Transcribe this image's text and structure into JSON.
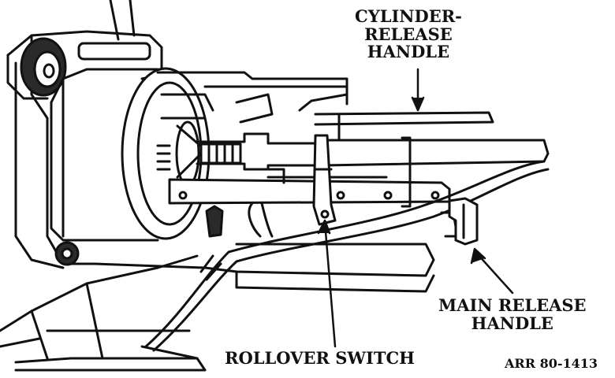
{
  "labels": {
    "cylinder_release": [
      "CYLINDER-",
      "RELEASE",
      "HANDLE"
    ],
    "main_release": [
      "MAIN RELEASE",
      "HANDLE"
    ],
    "rollover_switch": "ROLLOVER SWITCH",
    "figure_id": "ARR 80-1413"
  },
  "colors": {
    "ink": "#111111",
    "paper": "#ffffff",
    "shade": "#2a2a2a"
  }
}
